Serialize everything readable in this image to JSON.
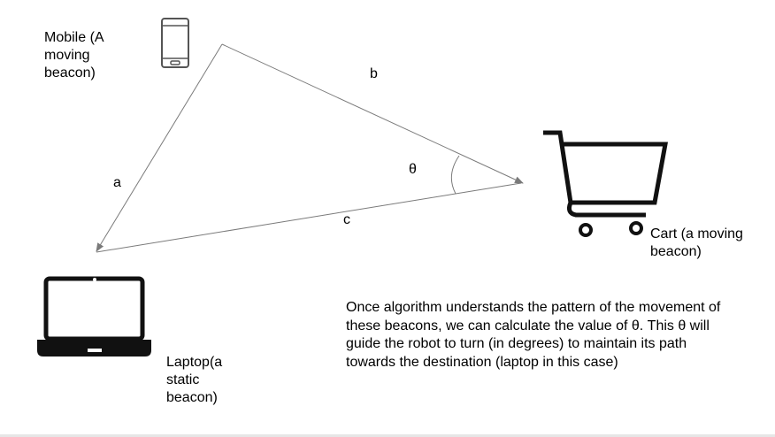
{
  "labels": {
    "mobile": "Mobile (A\nmoving\nbeacon)",
    "cart": "Cart (a moving\nbeacon)",
    "laptop": "Laptop(a\nstatic\nbeacon)",
    "side_a": "a",
    "side_b": "b",
    "side_c": "c",
    "theta": "θ"
  },
  "description": "Once algorithm understands the pattern of the movement of these beacons, we can calculate the value of θ. This θ will guide the robot to turn (in degrees) to maintain its path towards the destination (laptop in this case)",
  "colors": {
    "line": "#7a7a7a",
    "icon": "#111111",
    "phone": "#555555"
  },
  "icons": [
    "mobile-phone-icon",
    "shopping-cart-icon",
    "laptop-icon"
  ]
}
